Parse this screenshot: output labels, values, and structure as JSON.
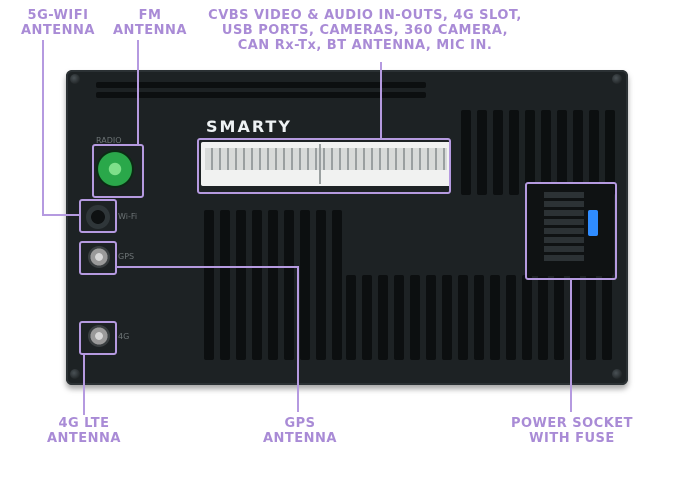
{
  "labels": {
    "wifi": [
      "5G-WIFI",
      "ANTENNA"
    ],
    "fm": [
      "FM",
      "ANTENNA"
    ],
    "cvbs": [
      "CVBS VIDEO & AUDIO IN-OUTS, 4G SLOT,",
      "USB PORTS, CAMERAS, 360 CAMERA,",
      "CAN Rx-Tx, BT ANTENNA, MIC IN."
    ],
    "lte": [
      "4G LTE",
      "ANTENNA"
    ],
    "gps": [
      "GPS",
      "ANTENNA"
    ],
    "power": [
      "POWER SOCKET",
      "WITH FUSE"
    ]
  },
  "device": {
    "brand": "SMARTY",
    "port_marks": [
      "RADIO",
      "Wi-Fi",
      "GPS",
      "4G"
    ]
  },
  "colors": {
    "label": "#a98bd6",
    "leader": "#b59ae0",
    "body": "#1d2224",
    "fm_port": "#2aa84a"
  }
}
